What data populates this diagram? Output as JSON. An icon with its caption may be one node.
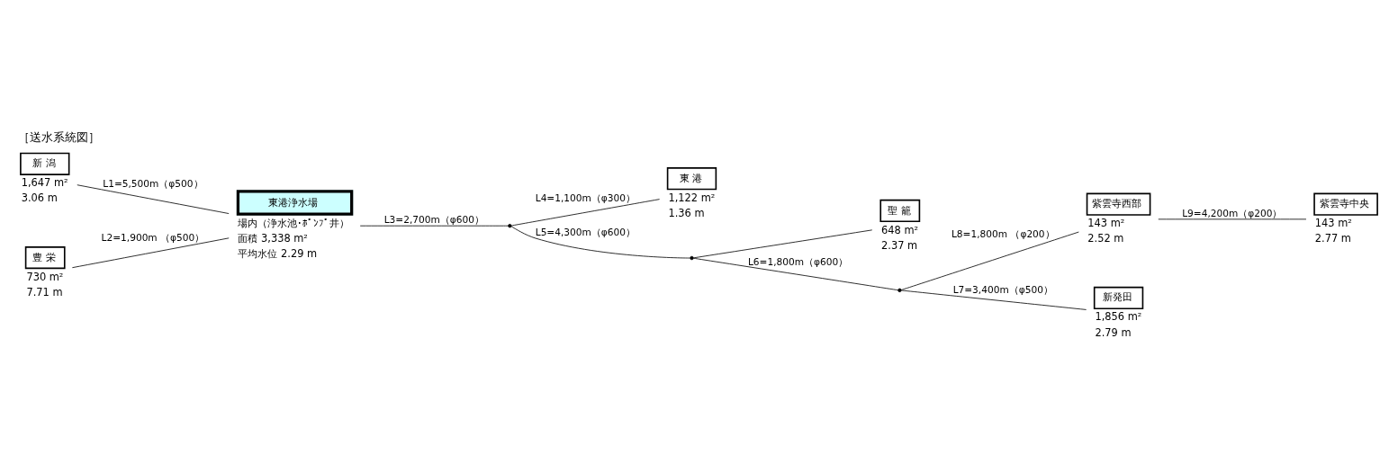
{
  "diagram": {
    "title": "［送水系統図］",
    "nodes": [
      {
        "text": [
          "新 潟"
        ],
        "beside": [
          "1,647 m²",
          "3.06 m"
        ]
      },
      {
        "text": [
          "東 港"
        ],
        "beside": [
          "1,122 m²",
          "1.36 m"
        ]
      },
      {
        "text": [
          "紫雲寺西部"
        ],
        "beside": [
          "143 m²",
          "2.52 m"
        ]
      },
      {
        "text": [
          "紫雲寺中央"
        ],
        "beside": [
          "143 m²",
          "2.77 m"
        ]
      },
      {
        "text": [
          "東港浄水場"
        ],
        "beside": [
          "場内（浄水池･ﾎﾟﾝﾌﾟ井）",
          "面積 3,338 m²",
          "平均水位 2.29 m"
        ]
      },
      {
        "text": [
          "新発田"
        ],
        "beside": [
          "1,856 m²",
          "2.79 m"
        ]
      },
      {
        "text": [
          "豊 栄"
        ],
        "beside": [
          "730 m²",
          "7.71 m"
        ]
      },
      {
        "text": [
          "聖 籠"
        ],
        "beside": [
          "648 m²",
          "2.37 m"
        ]
      },
      {
        "text": [],
        "shape": "point"
      },
      {
        "text": [],
        "shape": "point"
      },
      {
        "text": [],
        "shape": "point"
      }
    ],
    "edges": [
      {
        "from": 0,
        "to": 4,
        "arrow": "none",
        "label": "L1=5,500m（φ500）"
      },
      {
        "from": 6,
        "to": 4,
        "arrow": "none",
        "label": "L2=1,900m （φ500）"
      },
      {
        "from": 4,
        "to": 8,
        "arrow": "none",
        "label": "L3=2,700m（φ600）"
      },
      {
        "from": 8,
        "to": 1,
        "arrow": "none",
        "label": "L4=1,100m（φ300）"
      },
      {
        "from": 8,
        "to": 9,
        "arrow": "none",
        "label": "L5=4,300m（φ600）"
      },
      {
        "from": 9,
        "to": 7,
        "arrow": "none"
      },
      {
        "from": 9,
        "to": 10,
        "arrow": "none",
        "label": "L6=1,800m（φ600）"
      },
      {
        "from": 10,
        "to": 5,
        "arrow": "none",
        "label": "L7=3,400m（φ500）"
      },
      {
        "from": 10,
        "to": 2,
        "arrow": "none",
        "label": "L8=1,800m （φ200）"
      },
      {
        "from": 2,
        "to": 3,
        "arrow": "none",
        "label": "L9=4,200m（φ200）"
      }
    ]
  }
}
